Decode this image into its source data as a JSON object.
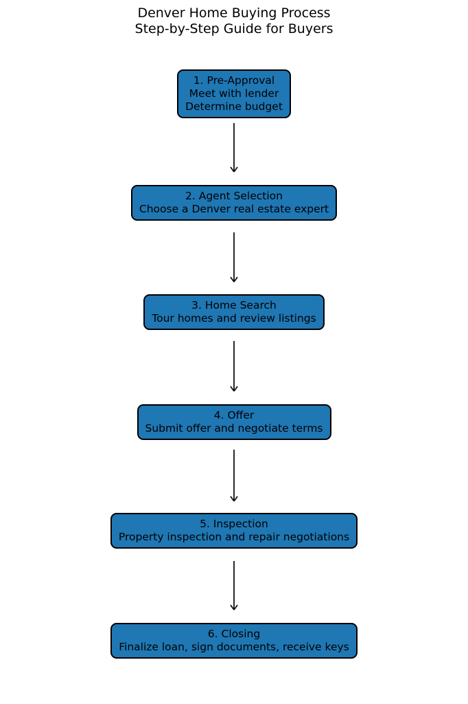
{
  "title": {
    "line1": "Denver Home Buying Process",
    "line2": "Step-by-Step Guide for Buyers"
  },
  "colors": {
    "box_fill": "#1f77b4",
    "box_border": "#000000",
    "text": "#000000",
    "background": "#ffffff"
  },
  "connector_icon": "arrow-down-icon",
  "steps": [
    {
      "heading": "1. Pre-Approval",
      "desc1": "Meet with lender",
      "desc2": "Determine budget"
    },
    {
      "heading": "2. Agent Selection",
      "desc1": "Choose a Denver real estate expert"
    },
    {
      "heading": "3. Home Search",
      "desc1": "Tour homes and review listings"
    },
    {
      "heading": "4. Offer",
      "desc1": "Submit offer and negotiate terms"
    },
    {
      "heading": "5. Inspection",
      "desc1": "Property inspection and repair negotiations"
    },
    {
      "heading": "6. Closing",
      "desc1": "Finalize loan, sign documents, receive keys"
    }
  ]
}
